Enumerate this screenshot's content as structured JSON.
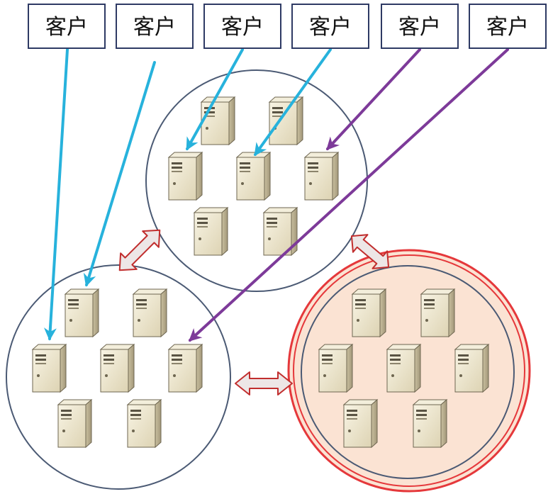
{
  "clients": [
    {
      "label": "客户",
      "target": "cluster-left",
      "arrow": "blue"
    },
    {
      "label": "客户",
      "target": "cluster-left",
      "arrow": "blue"
    },
    {
      "label": "客户",
      "target": "cluster-top",
      "arrow": "blue"
    },
    {
      "label": "客户",
      "target": "cluster-top",
      "arrow": "blue"
    },
    {
      "label": "客户",
      "target": "cluster-top",
      "arrow": "purple"
    },
    {
      "label": "客户",
      "target": "cluster-left",
      "arrow": "purple"
    }
  ],
  "clusters": [
    {
      "id": "cluster-top",
      "servers": 7,
      "state": "normal"
    },
    {
      "id": "cluster-left",
      "servers": 7,
      "state": "normal"
    },
    {
      "id": "cluster-right",
      "servers": 7,
      "state": "highlighted"
    }
  ],
  "links": [
    {
      "from": "cluster-left",
      "to": "cluster-top"
    },
    {
      "from": "cluster-top",
      "to": "cluster-right"
    },
    {
      "from": "cluster-left",
      "to": "cluster-right"
    }
  ],
  "colors": {
    "blue_arrow": "#27b2dc",
    "purple_arrow": "#7d3a99",
    "circle_stroke": "#4b5a74",
    "highlight_stroke": "#e5383b",
    "highlight_fill": "#fbe3d3",
    "server_body": "#ece6d0",
    "server_side": "#b3a98a",
    "link_arrow_fill": "#ede6e6",
    "link_arrow_stroke": "#c12e2e",
    "box_border": "#2e3a64"
  }
}
